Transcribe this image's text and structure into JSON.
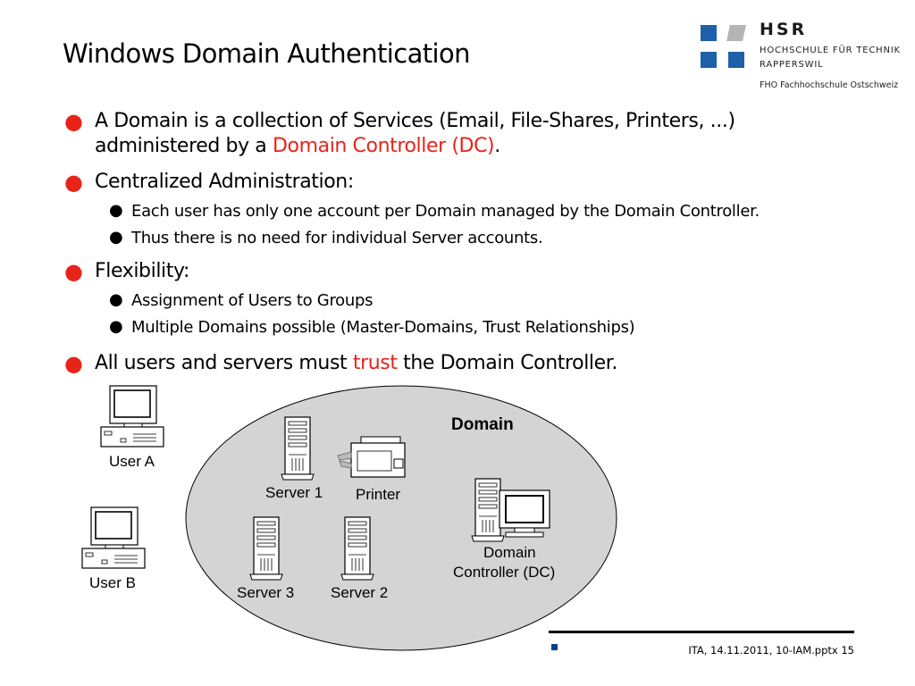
{
  "slide": {
    "title": "Windows Domain Authentication",
    "footer": "ITA, 14.11.2011, 10-IAM.pptx 15"
  },
  "logo": {
    "name": "HSR",
    "line1": "HOCHSCHULE FÜR TECHNIK",
    "line2": "RAPPERSWIL",
    "line3": "FHO Fachhochschule Ostschweiz",
    "colors": {
      "blue": "#1d5fa8",
      "gray": "#b4b4b4"
    }
  },
  "bullets": [
    {
      "line1": "A Domain is a collection of Services (Email, File-Shares, Printers, ...)",
      "line2_pre": "administered by a ",
      "line2_highlight": "Domain Controller (DC)",
      "line2_post": "."
    },
    {
      "text": "Centralized Administration:",
      "sub": [
        "Each user has only one account per Domain managed by the Domain Controller.",
        "Thus there is no need for individual Server accounts."
      ]
    },
    {
      "text": "Flexibility:",
      "sub": [
        "Assignment of Users to Groups",
        "Multiple Domains possible (Master-Domains, Trust Relationships)"
      ]
    },
    {
      "pre": "All users and servers must ",
      "highlight": "trust",
      "post": " the Domain Controller."
    }
  ],
  "diagram": {
    "domain_label": "Domain",
    "user_a": "User A",
    "user_b": "User B",
    "server1": "Server 1",
    "printer": "Printer",
    "server3": "Server 3",
    "server2": "Server 2",
    "dc_line1": "Domain",
    "dc_line2": "Controller (DC)",
    "ellipse_color": "#d4d4d4"
  },
  "colors": {
    "accent": "#e8231a",
    "footer_square": "#003e8c"
  }
}
